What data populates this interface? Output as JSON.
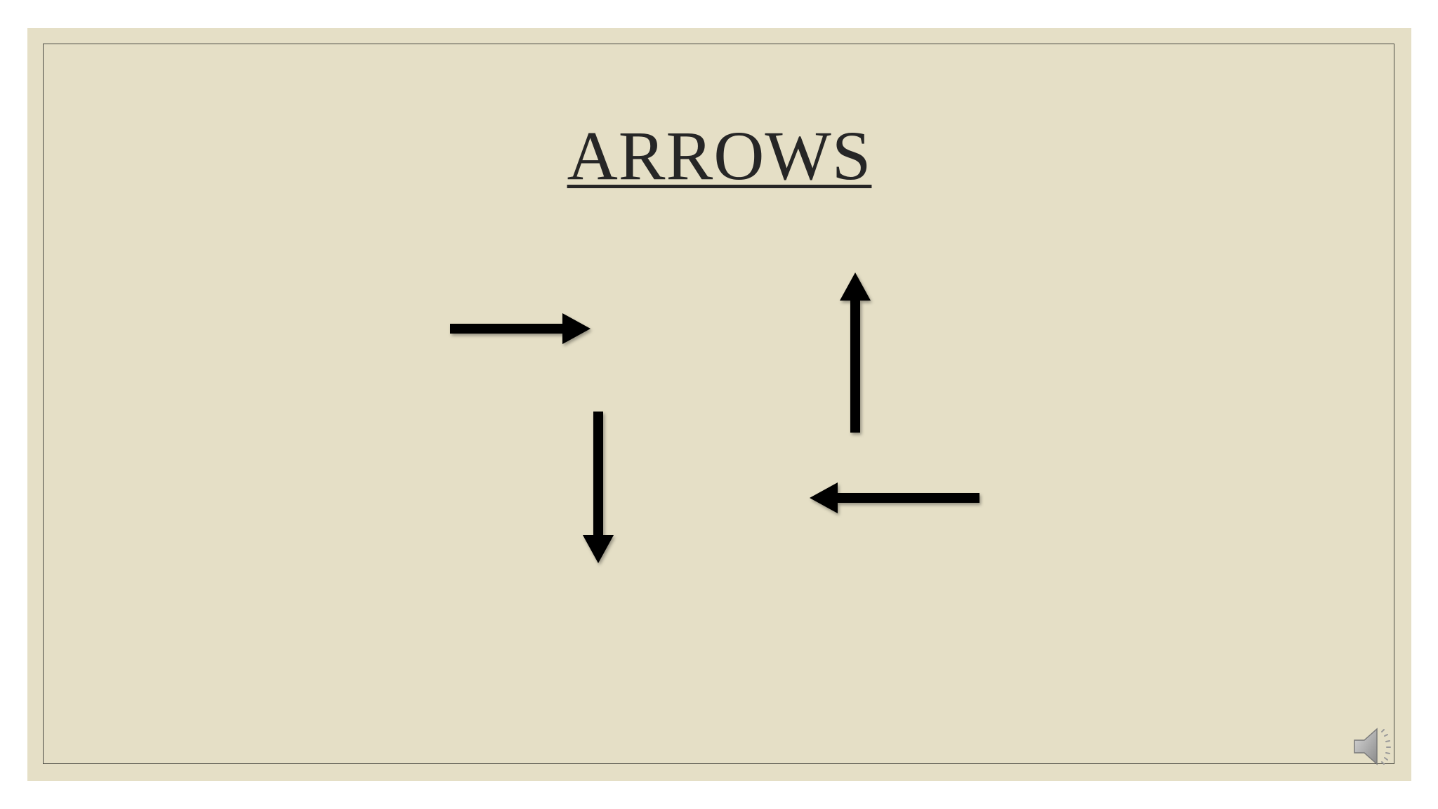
{
  "slide": {
    "title": "ARROWS",
    "background_color": "#e5dfc6",
    "arrows": [
      {
        "direction": "right"
      },
      {
        "direction": "up"
      },
      {
        "direction": "down"
      },
      {
        "direction": "left"
      }
    ],
    "audio": {
      "icon": "speaker-icon"
    }
  }
}
